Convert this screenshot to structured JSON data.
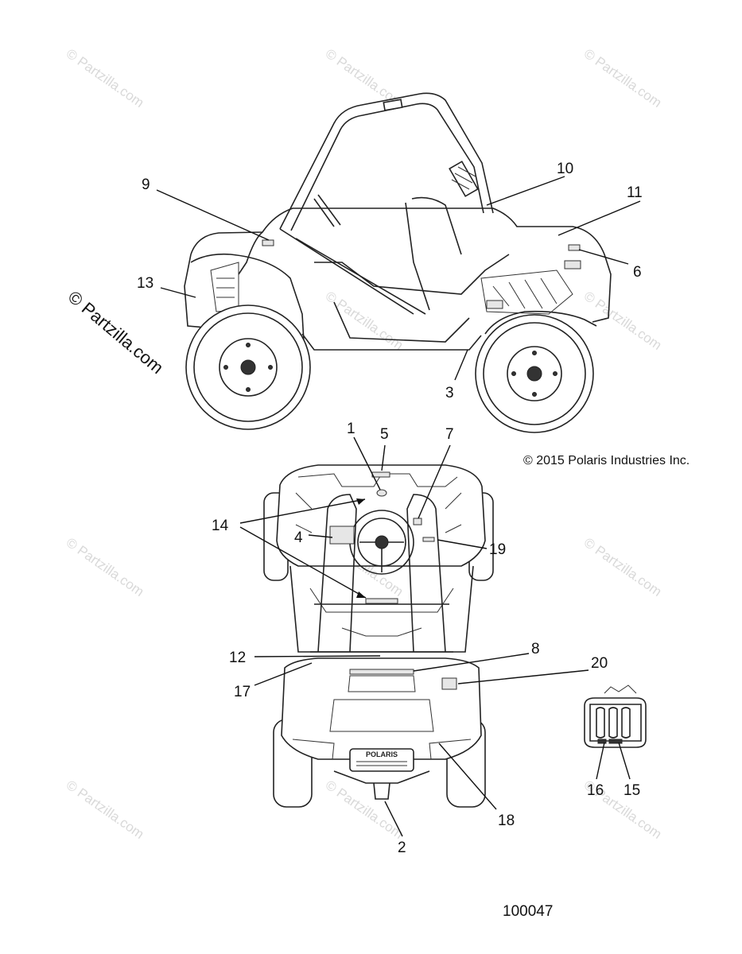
{
  "watermark": {
    "text": "© Partzilla.com",
    "side_text": "© Partzilla.com"
  },
  "copyright": "© 2015 Polaris Industries Inc.",
  "document_number": "100047",
  "brand_badge": "POLARIS",
  "callouts": {
    "c1": "1",
    "c2": "2",
    "c3": "3",
    "c4": "4",
    "c5": "5",
    "c6": "6",
    "c7": "7",
    "c8": "8",
    "c9": "9",
    "c10": "10",
    "c11": "11",
    "c12": "12",
    "c13": "13",
    "c14": "14",
    "c15": "15",
    "c16": "16",
    "c17": "17",
    "c18": "18",
    "c19": "19",
    "c20": "20"
  }
}
